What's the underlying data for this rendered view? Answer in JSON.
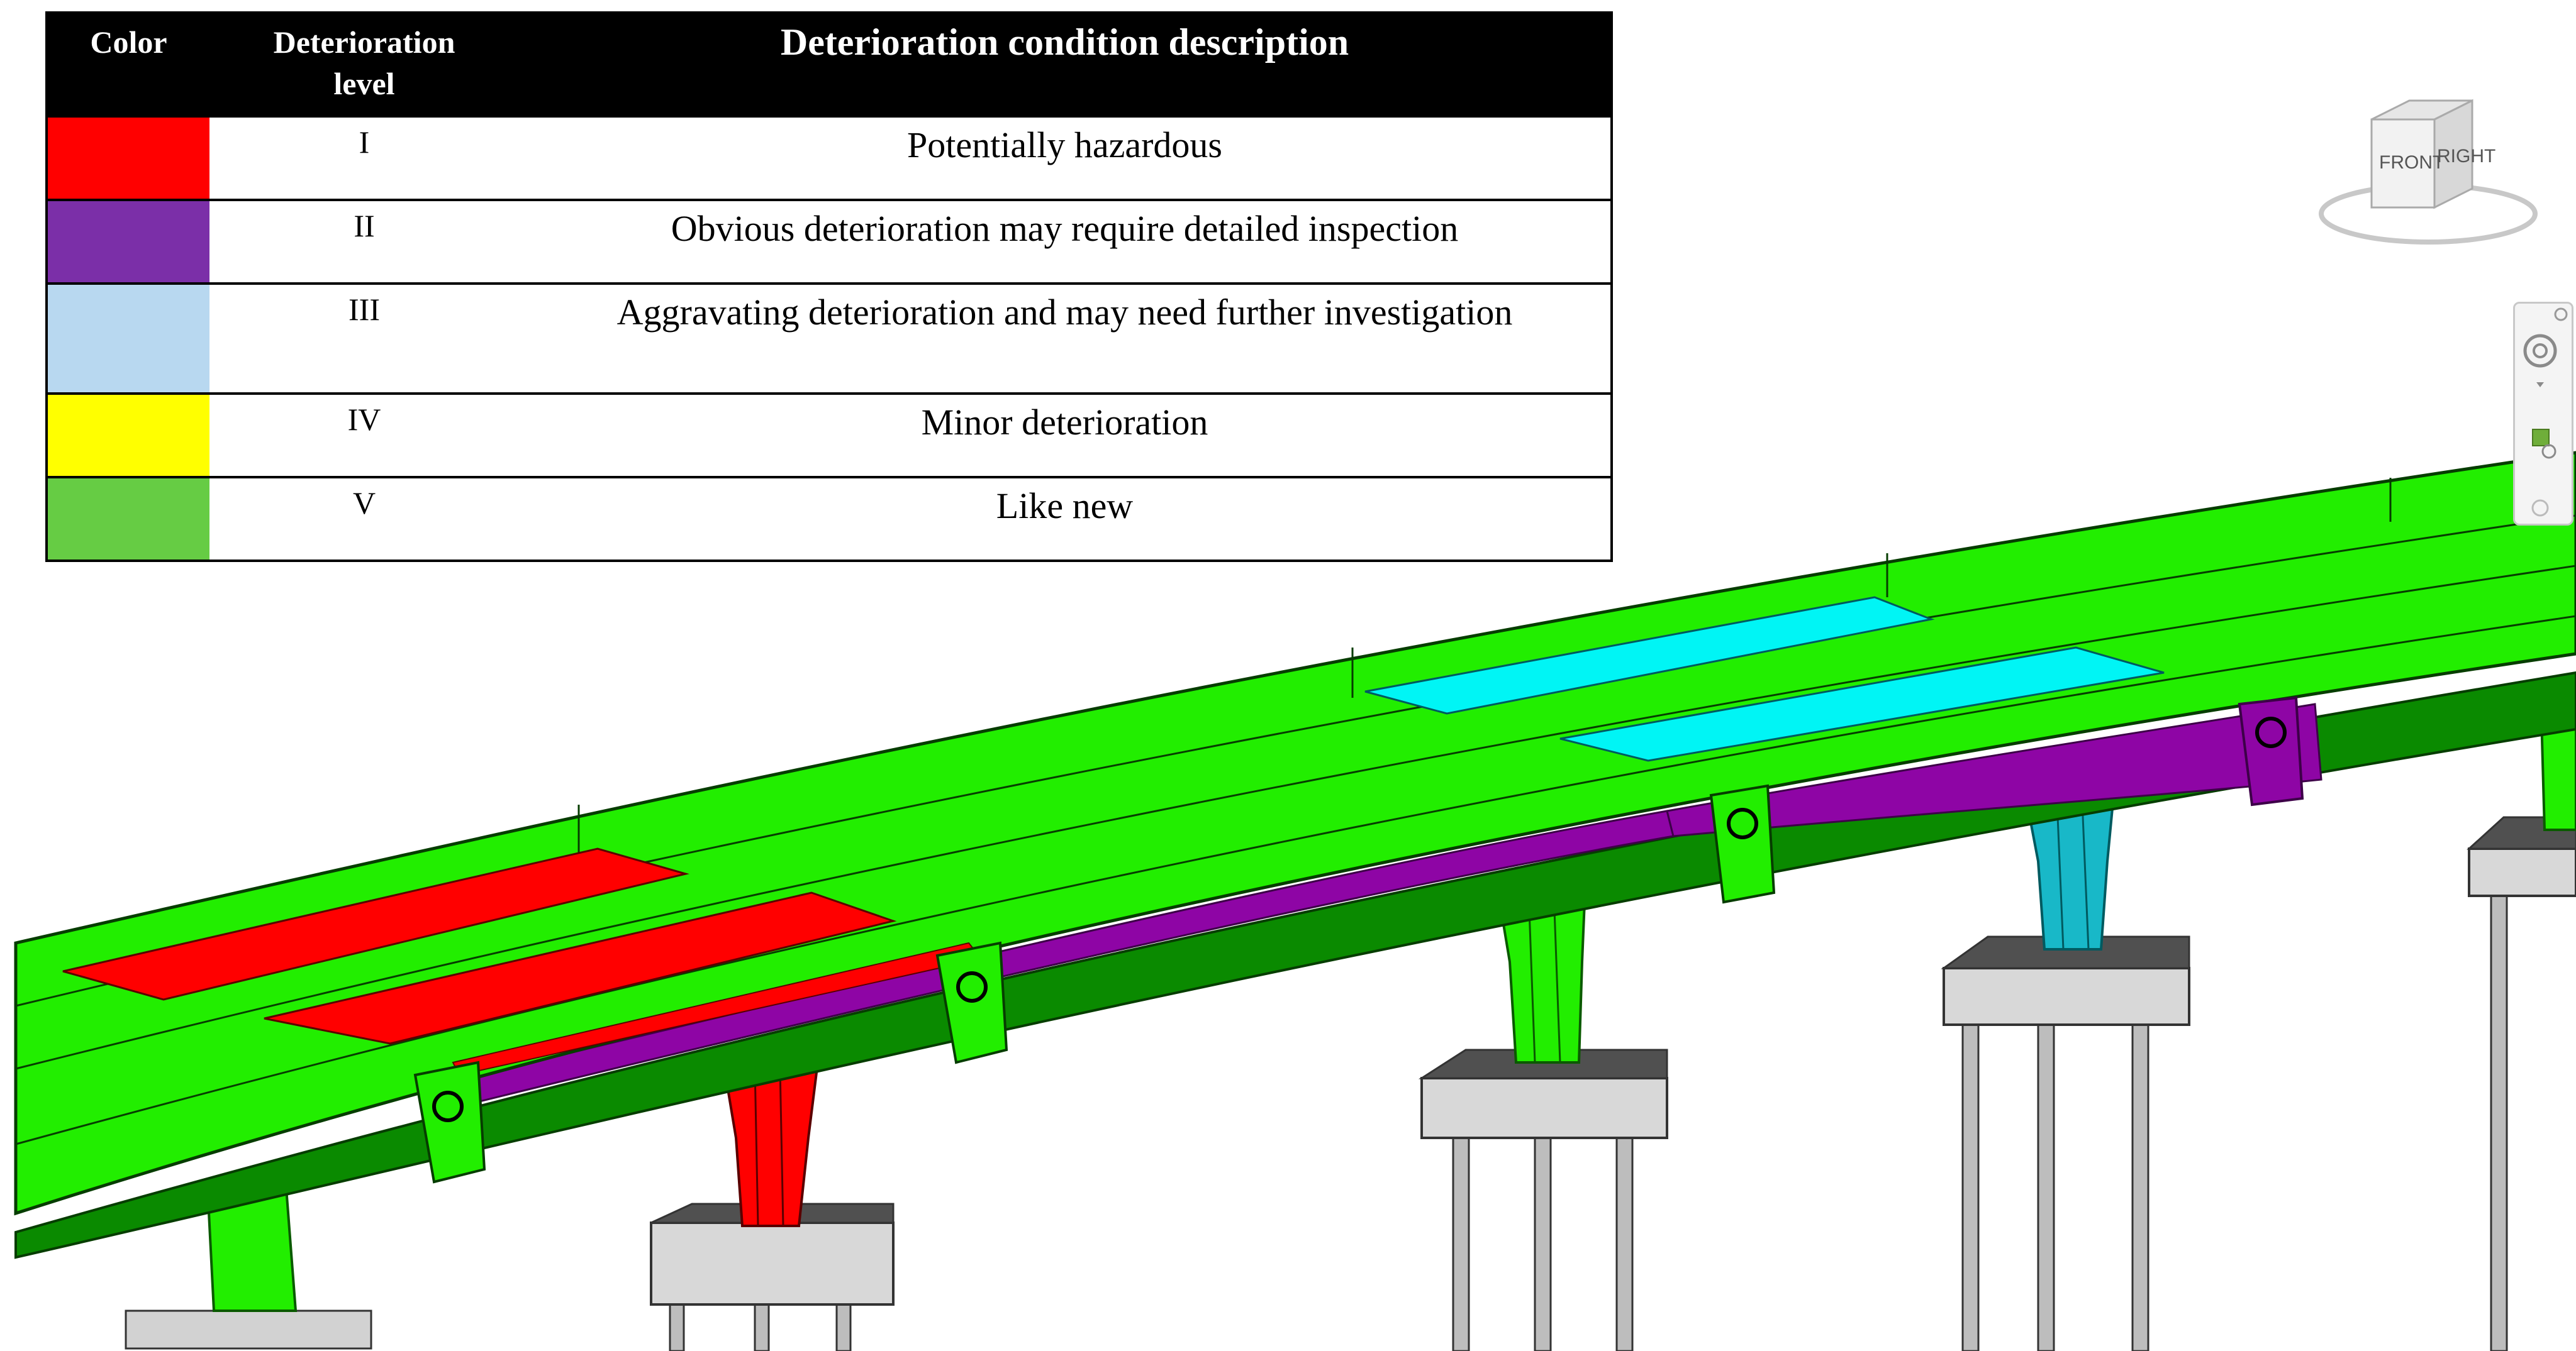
{
  "legend": {
    "headers": {
      "color": "Color",
      "level_line1": "Deterioration",
      "level_line2": "level",
      "description": "Deterioration condition description"
    },
    "rows": [
      {
        "color": "#ff0000",
        "level": "I",
        "description": "Potentially hazardous"
      },
      {
        "color": "#7b2fa8",
        "level": "II",
        "description": "Obvious deterioration may require detailed inspection"
      },
      {
        "color": "#b8d8f0",
        "level": "III",
        "description": "Aggravating deterioration and may need further investigation"
      },
      {
        "color": "#ffff00",
        "level": "IV",
        "description": "Minor deterioration"
      },
      {
        "color": "#66cc44",
        "level": "V",
        "description": "Like new"
      }
    ]
  },
  "viewcube": {
    "front": "FRONT",
    "right": "RIGHT"
  },
  "model_colors": {
    "deck": "#22ee00",
    "deck_dark": "#0a8a00",
    "hazard": "#ff0000",
    "obvious": "#8e05a5",
    "aggravating": "#00f5f5",
    "cap": "#d2d2d2",
    "cap_dark": "#4a4a4a",
    "pile": "#bdbdbd"
  }
}
